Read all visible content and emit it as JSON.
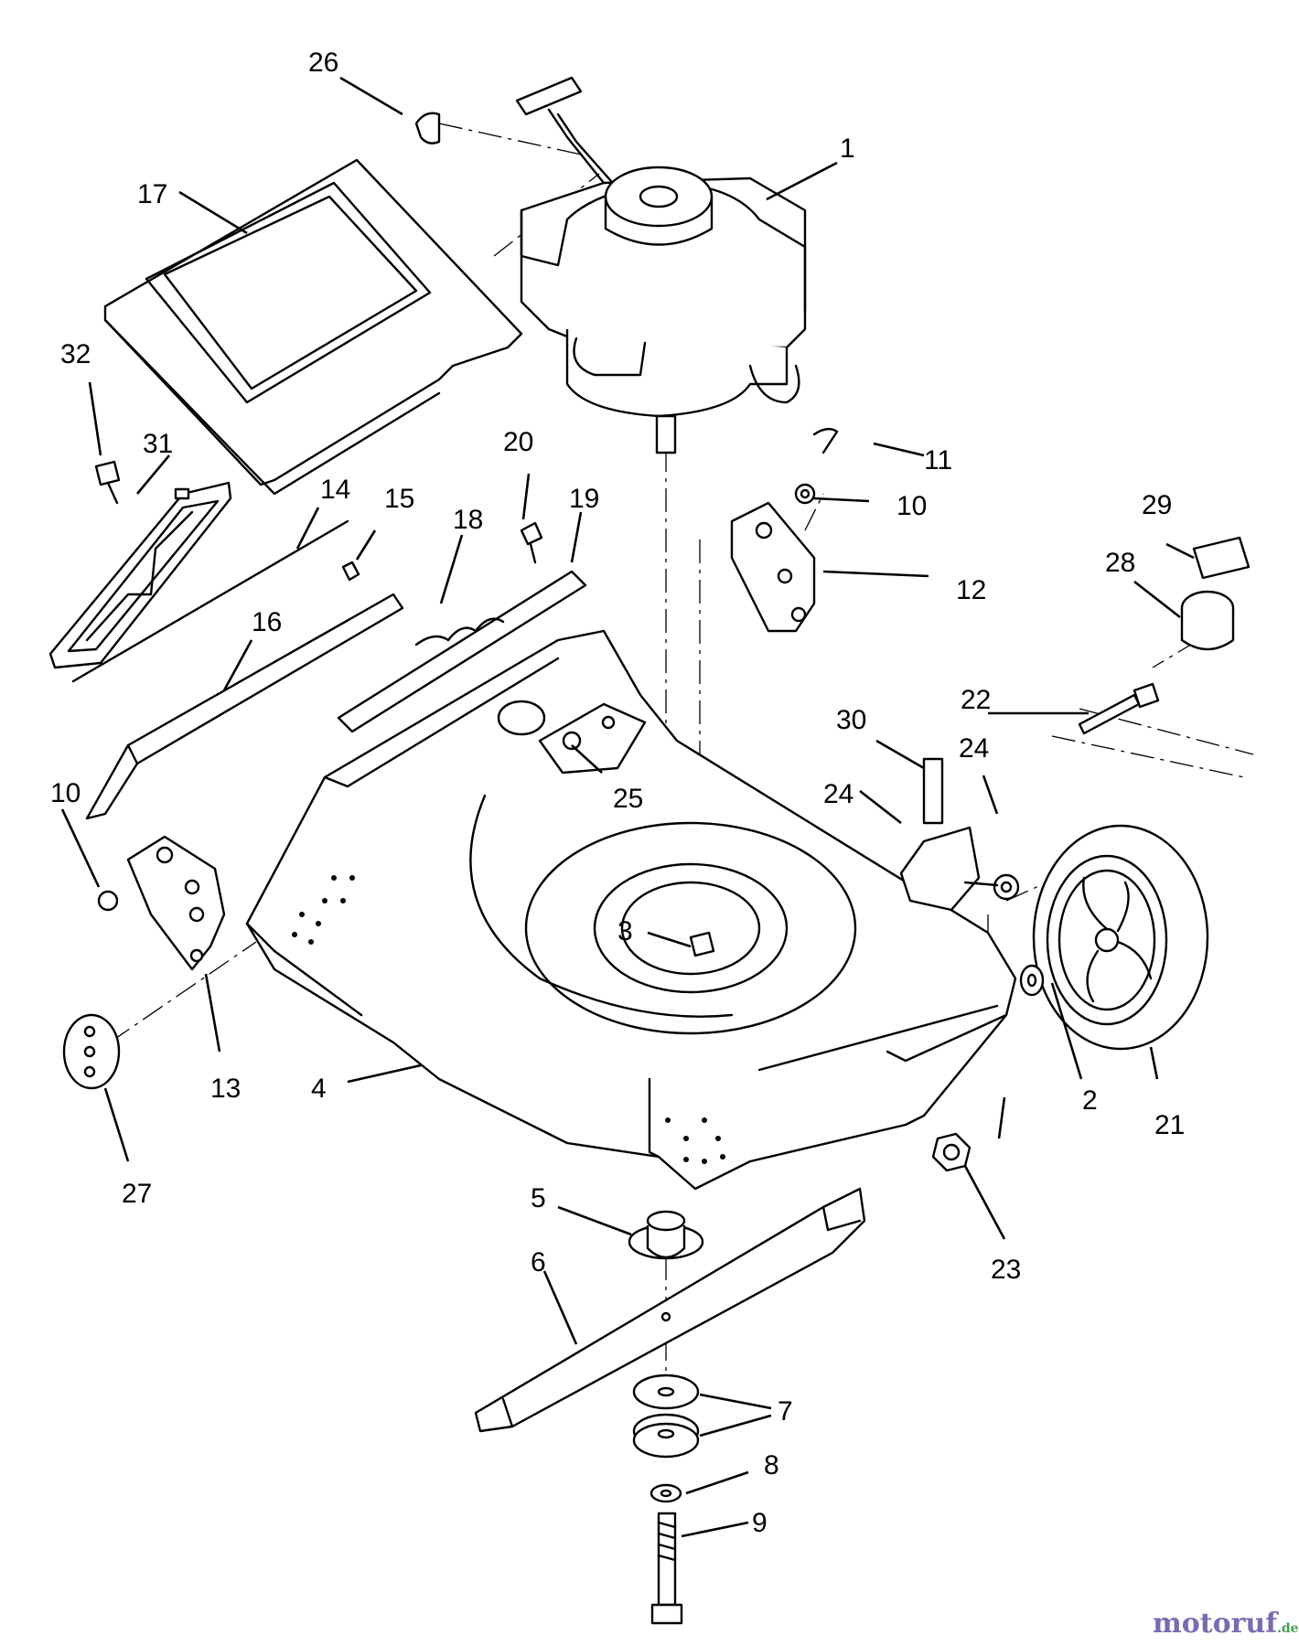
{
  "diagram": {
    "watermark": {
      "brand": "motoruf",
      "tld": ".de",
      "color_main": "#7a6bb0",
      "color_accent": "#3fa34d"
    },
    "callouts": {
      "c1": "1",
      "c2": "2",
      "c3": "3",
      "c4": "4",
      "c5": "5",
      "c6": "6",
      "c7": "7",
      "c8": "8",
      "c9": "9",
      "c10a": "10",
      "c10b": "10",
      "c11": "11",
      "c12": "12",
      "c13": "13",
      "c14": "14",
      "c15": "15",
      "c16": "16",
      "c17": "17",
      "c18": "18",
      "c19": "19",
      "c20": "20",
      "c21": "21",
      "c22": "22",
      "c23": "23",
      "c24a": "24",
      "c24b": "24",
      "c25": "25",
      "c26": "26",
      "c27": "27",
      "c28": "28",
      "c29": "29",
      "c30": "30",
      "c31": "31",
      "c32": "32"
    }
  }
}
